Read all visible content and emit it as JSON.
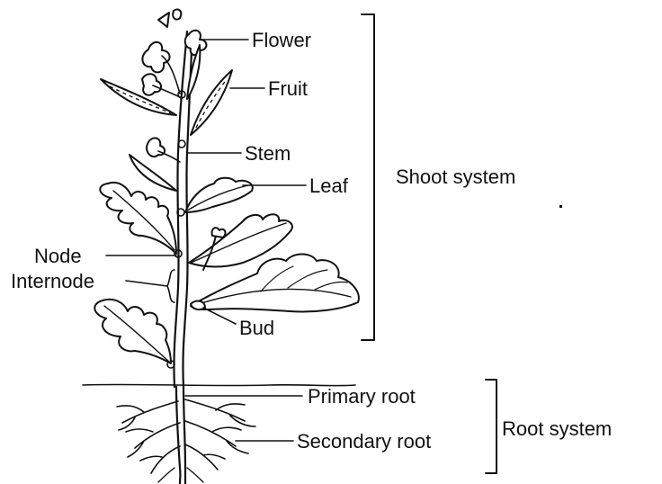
{
  "labels": {
    "flower": "Flower",
    "fruit": "Fruit",
    "stem": "Stem",
    "leaf": "Leaf",
    "node": "Node",
    "internode": "Internode",
    "bud": "Bud",
    "primary_root": "Primary root",
    "secondary_root": "Secondary root",
    "shoot_system": "Shoot system",
    "root_system": "Root system"
  },
  "colors": {
    "ink": "#111111",
    "background": "#ffffff"
  }
}
